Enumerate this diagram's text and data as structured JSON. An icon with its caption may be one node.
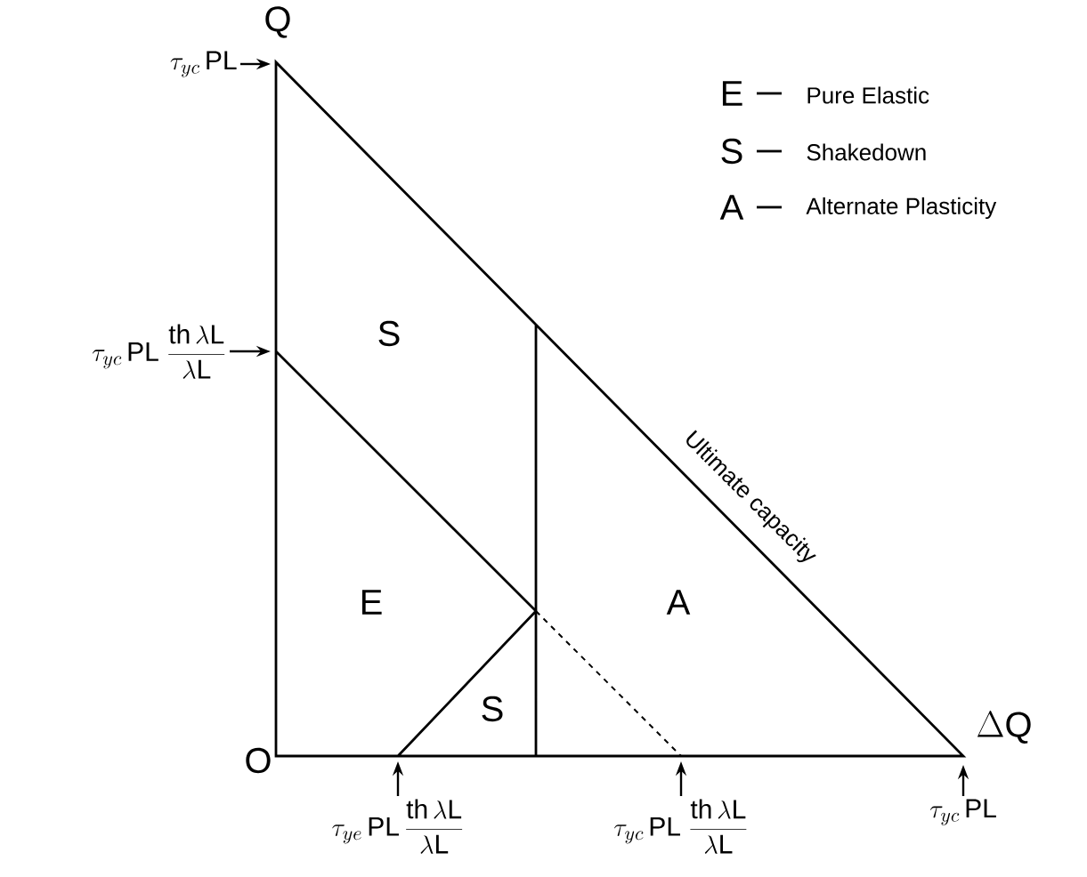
{
  "diagram": {
    "nodes": [
      {
        "text": [
          "\\tau_{yc}\\,\\mathsf{PL}"
        ]
      },
      {
        "text": [
          "\\tau_{yc}\\,\\mathsf{PL}\\;\\frac{\\mathsf{th}\\,\\lambda\\mathsf{L}}{\\lambda\\mathsf{L}}"
        ]
      },
      {
        "text": [
          "\\tau_{ye}\\,\\mathsf{PL}\\,\\frac{\\mathsf{th}\\,\\lambda\\mathsf{L}}{\\lambda\\mathsf{L}}"
        ]
      },
      {
        "text": [
          "\\tau_{yc}\\,\\mathsf{PL}\\;\\frac{\\mathsf{th}\\,\\lambda\\mathsf{L}}{\\lambda\\mathsf{L}}"
        ]
      },
      {
        "text": [
          "\\tau_{yc}\\,\\mathsf{PL}"
        ]
      }
    ],
    "edges": [
      {
        "from": 0,
        "to": null,
        "arrow": "to"
      },
      {
        "from": 1,
        "to": null,
        "arrow": "to"
      },
      {
        "from": 2,
        "to": null,
        "arrow": "to"
      },
      {
        "from": 3,
        "to": null,
        "arrow": "to"
      },
      {
        "from": 4,
        "to": null,
        "arrow": "to"
      }
    ],
    "labels": [
      "Q",
      "E",
      "Pure Elastic",
      "S",
      "Shakedown",
      "A",
      "Alternate Plasticity",
      "S",
      "Ultimate capacity",
      "E",
      "A",
      "S",
      "O",
      "\\Delta \\mathsf{Q}"
    ]
  }
}
